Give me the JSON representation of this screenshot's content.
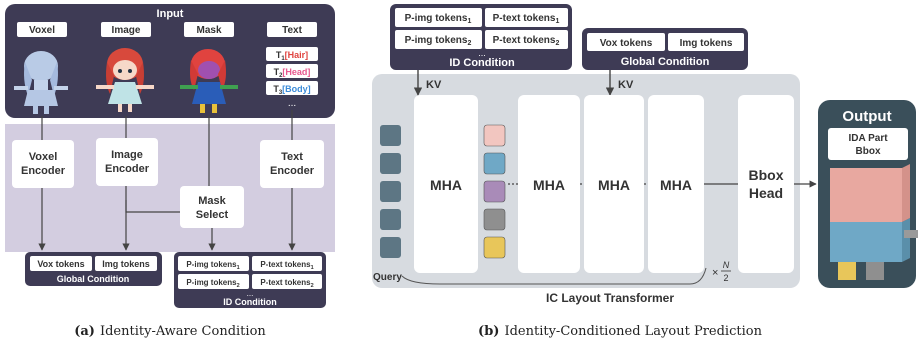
{
  "panel_a": {
    "input_label": "Input",
    "columns": [
      "Voxel",
      "Image",
      "Mask",
      "Text"
    ],
    "text_tokens": [
      {
        "prefix": "T",
        "sub": "1",
        "word": "[Hair]",
        "color": "#e0433f"
      },
      {
        "prefix": "T",
        "sub": "2",
        "word": "[Head]",
        "color": "#e8578f"
      },
      {
        "prefix": "T",
        "sub": "3",
        "word": "[Body]",
        "color": "#3c8bd8"
      }
    ],
    "text_ellipsis": "...",
    "encoders": {
      "voxel": [
        "Voxel",
        "Encoder"
      ],
      "image": [
        "Image",
        "Encoder"
      ],
      "mask": [
        "Mask",
        "Select"
      ],
      "text": [
        "Text",
        "Encoder"
      ]
    },
    "global_condition": {
      "tokens": [
        "Vox tokens",
        "Img tokens"
      ],
      "label": "Global Condition"
    },
    "id_condition": {
      "rows": [
        [
          {
            "base": "P-img tokens",
            "sub": "1"
          },
          {
            "base": "P-text tokens",
            "sub": "1"
          }
        ],
        [
          {
            "base": "P-img tokens",
            "sub": "2"
          },
          {
            "base": "P-text tokens",
            "sub": "2"
          }
        ]
      ],
      "ellipsis": "...",
      "label": "ID Condition"
    },
    "caption": {
      "tag": "(a)",
      "text": "Identity-Aware Condition"
    }
  },
  "panel_b": {
    "id_condition": {
      "rows": [
        [
          {
            "base": "P-img tokens",
            "sub": "1"
          },
          {
            "base": "P-text tokens",
            "sub": "1"
          }
        ],
        [
          {
            "base": "P-img tokens",
            "sub": "2"
          },
          {
            "base": "P-text tokens",
            "sub": "2"
          }
        ]
      ],
      "ellipsis": "...",
      "label": "ID Condition"
    },
    "global_condition": {
      "tokens": [
        "Vox tokens",
        "Img tokens"
      ],
      "label": "Global Condition"
    },
    "kv_labels": [
      "KV",
      "KV"
    ],
    "mha_labels": [
      "MHA",
      "MHA",
      "MHA",
      "MHA"
    ],
    "bbox_head": [
      "Bbox",
      "Head"
    ],
    "query_label": "Query",
    "repeat": {
      "prefix": "×",
      "num": "N",
      "den": "2"
    },
    "transformer_label": "IC Layout Transformer",
    "token_colors": [
      "#f2c6c0",
      "#6fa8c6",
      "#a98bb8",
      "#8f8f8f",
      "#e8c65a"
    ],
    "output": {
      "title": "Output",
      "box": [
        "IDA Part",
        "Bbox"
      ]
    },
    "caption": {
      "tag": "(b)",
      "text": "Identity-Conditioned Layout Prediction"
    }
  },
  "colors": {
    "dark_panel": "#3e3b55",
    "light_panel": "#d3cde0",
    "transformer_bg": "#d7dbe0",
    "output_bg": "#3a4f5a",
    "query_token": "#5d7684"
  }
}
